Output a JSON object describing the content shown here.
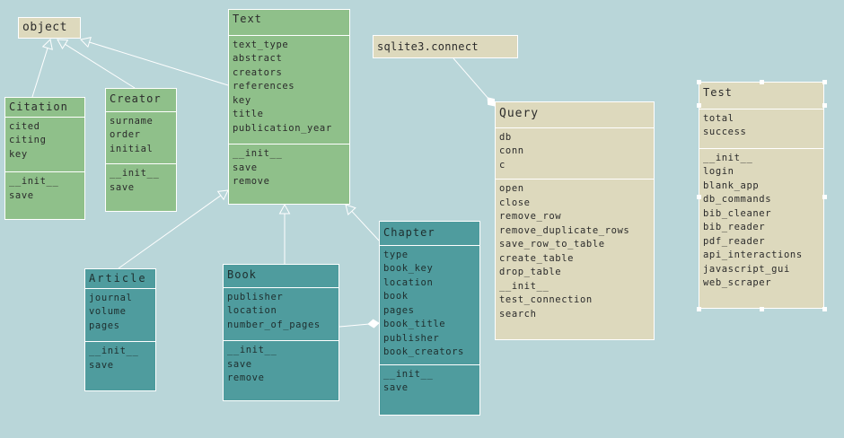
{
  "classes": {
    "object": {
      "title": "object"
    },
    "sqlite": {
      "title": "sqlite3.connect"
    },
    "citation": {
      "title": "Citation",
      "attributes": [
        "cited",
        "citing",
        "key"
      ],
      "methods": [
        "__init__",
        "save"
      ]
    },
    "creator": {
      "title": "Creator",
      "attributes": [
        "surname",
        "order",
        "initial"
      ],
      "methods": [
        "__init__",
        "save"
      ]
    },
    "text": {
      "title": "Text",
      "attributes": [
        "text_type",
        "abstract",
        "creators",
        "references",
        "key",
        "title",
        "publication_year"
      ],
      "methods": [
        "__init__",
        "save",
        "remove"
      ]
    },
    "article": {
      "title": "Article",
      "attributes": [
        "journal",
        "volume",
        "pages"
      ],
      "methods": [
        "__init__",
        "save"
      ]
    },
    "book": {
      "title": "Book",
      "attributes": [
        "publisher",
        "location",
        "number_of_pages"
      ],
      "methods": [
        "__init__",
        "save",
        "remove"
      ]
    },
    "chapter": {
      "title": "Chapter",
      "attributes": [
        "type",
        "book_key",
        "location",
        "book",
        "pages",
        "book_title",
        "publisher",
        "book_creators"
      ],
      "methods": [
        "__init__",
        "save"
      ]
    },
    "query": {
      "title": "Query",
      "attributes": [
        "db",
        "conn",
        "c"
      ],
      "methods": [
        "open",
        "close",
        "remove_row",
        "remove_duplicate_rows",
        "save_row_to_table",
        "create_table",
        "drop_table",
        "__init__",
        "test_connection",
        "search"
      ]
    },
    "test": {
      "title": "Test",
      "attributes": [
        "total",
        "success"
      ],
      "methods": [
        "__init__",
        "login",
        "blank_app",
        "db_commands",
        "bib_cleaner",
        "bib_reader",
        "pdf_reader",
        "api_interactions",
        "javascript_gui",
        "web_scraper"
      ]
    }
  },
  "colors": {
    "background": "#b9d6d9",
    "green": "#8fc08a",
    "teal": "#4f9c9e",
    "tan": "#ddd9bd",
    "lines": "#ffffff"
  }
}
